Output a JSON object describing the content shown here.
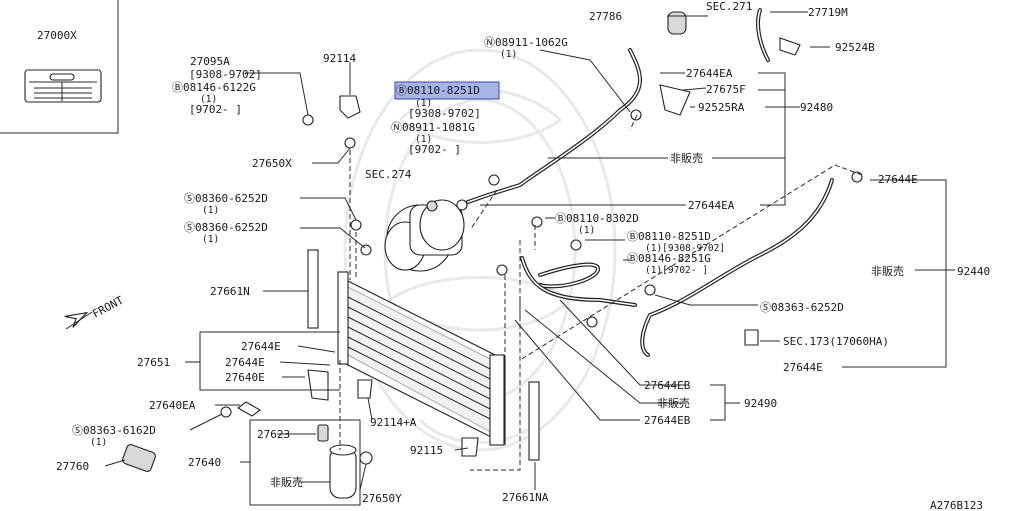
{
  "labels": {
    "p27000x": "27000X",
    "p27095a": "27095A",
    "p27095a_date": "[9308-9702]",
    "b08146_6122g": "Ⓑ08146-6122G",
    "b08146_6122g_qty": "(1)",
    "b08146_6122g_date": "[9702-    ]",
    "p92114": "92114",
    "b08110_8251d": "Ⓑ08110-8251D",
    "b08110_8251d_qty": "(1)",
    "b08110_8251d_date": "[9308-9702]",
    "n08911_1081g": "Ⓝ08911-1081G",
    "n08911_1081g_qty": "(1)",
    "n08911_1081g_date": "[9702-    ]",
    "p27650x": "27650X",
    "sec274": "SEC.274",
    "s08360_6252d_a": "Ⓢ08360-6252D",
    "s08360_6252d_a_qty": "(1)",
    "s08360_6252d_b": "Ⓢ08360-6252D",
    "s08360_6252d_b_qty": "(1)",
    "p27661n": "27661N",
    "front": "FRONT",
    "p27644e_a": "27644E",
    "p27651": "27651",
    "p27644e_b": "27644E",
    "p27640e": "27640E",
    "p27640ea": "27640EA",
    "s08363_6162d": "Ⓢ08363-6162D",
    "s08363_6162d_qty": "(1)",
    "p27623": "27623",
    "p27760": "27760",
    "p27640": "27640",
    "not_sold": "非販売",
    "p27650y": "27650Y",
    "p92114a": "92114+A",
    "p92115": "92115",
    "p27661na": "27661NA",
    "p27786": "27786",
    "sec271": "SEC.271",
    "p27719m": "27719M",
    "p92524b": "92524B",
    "n08911_1062g": "Ⓝ08911-1062G",
    "n08911_1062g_qty": "(1)",
    "p27644ea_a": "27644EA",
    "p27675f": "27675F",
    "p92525ra": "92525RA",
    "p92480": "92480",
    "p27644e_c": "27644E",
    "p27644ea_b": "27644EA",
    "b08110_8302d": "Ⓑ08110-8302D",
    "b08110_8302d_qty": "(1)",
    "b08110_8251d_b": "Ⓑ08110-8251D",
    "b08110_8251d_b_detail": "(1)[9308-9702]",
    "b08146_8251g": "Ⓑ08146-8251G",
    "b08146_8251g_detail": "(1)[9702-  ]",
    "p92440": "92440",
    "s08363_6252d": "Ⓢ08363-6252D",
    "sec173": "SEC.173(17060HA)",
    "p27644e_d": "27644E",
    "p27644eb_a": "27644EB",
    "p92490": "92490",
    "p27644eb_b": "27644EB",
    "figure_code": "A276B123"
  },
  "colors": {
    "highlight_fill": "#a9b4e6",
    "highlight_stroke": "#3b46b0",
    "line": "#2a2a2a"
  }
}
